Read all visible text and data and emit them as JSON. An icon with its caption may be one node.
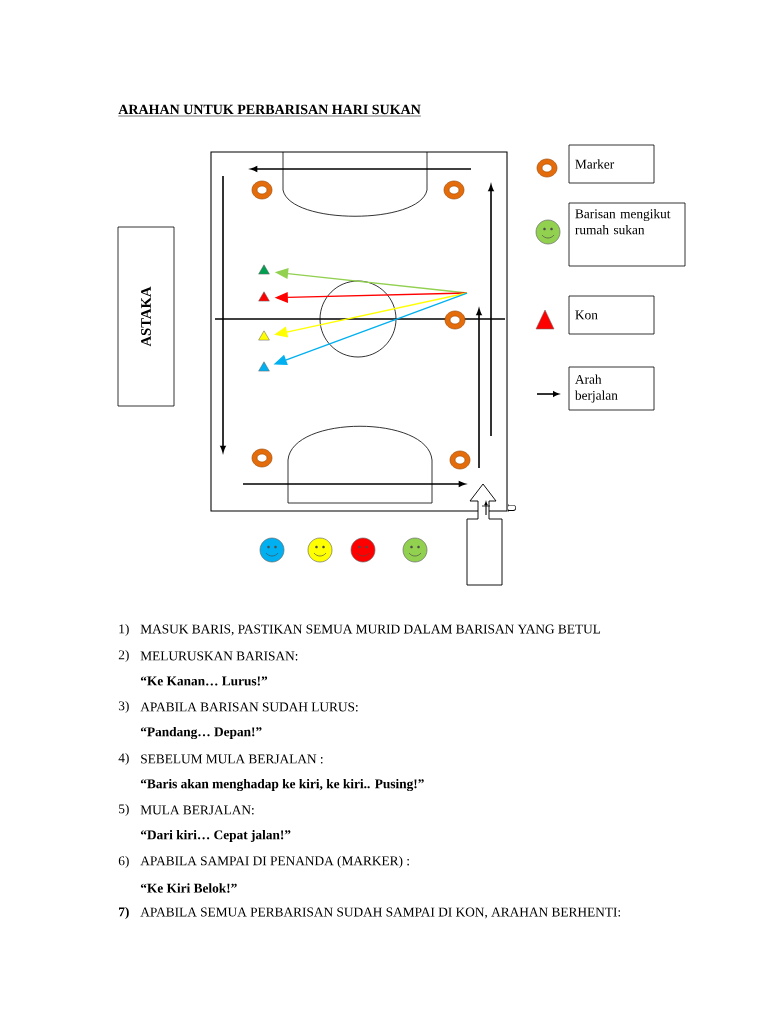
{
  "diagram": {
    "title": "ARAHAN UNTUK PERBARISAN HARI SUKAN",
    "nodes": [
      {
        "text": [
          "ASTAKA"
        ]
      },
      {
        "text": [
          "Marker"
        ]
      },
      {
        "text": [
          "Barisan mengikut rumah sukan"
        ]
      },
      {
        "text": [
          "Kon"
        ]
      },
      {
        "text": [
          "Arah berjalan"
        ]
      },
      {
        "text": [],
        "shape": "triangle"
      },
      {
        "text": [],
        "shape": "triangle"
      },
      {
        "text": [],
        "shape": "triangle"
      },
      {
        "text": [],
        "shape": "triangle"
      }
    ],
    "edges": [
      {
        "from": null,
        "to": 5,
        "arrow": "to",
        "color": "#92d050"
      },
      {
        "from": null,
        "to": 6,
        "arrow": "to",
        "color": "#ff0000"
      },
      {
        "from": null,
        "to": 7,
        "arrow": "to",
        "color": "#ffff00"
      },
      {
        "from": null,
        "to": 8,
        "arrow": "to",
        "color": "#00b0f0"
      }
    ],
    "labels": [
      "U",
      "1)",
      "MASUK BARIS, PASTIKAN SEMUA MURID DALAM BARISAN YANG BETUL",
      "2)",
      "MELURUSKAN BARISAN:",
      "“Ke Kanan… Lurus!”",
      "3)",
      "APABILA BARISAN SUDAH LURUS:",
      "“Pandang… Depan!”",
      "4)",
      "SEBELUM MULA BERJALAN :",
      "“Baris akan menghadap ke kiri, ke kiri.. Pusing!”",
      "5)",
      "MULA BERJALAN:",
      "“Dari kiri… Cepat jalan!”",
      "6)",
      "APABILA SAMPAI DI PENANDA (MARKER) :",
      "“Ke Kiri Belok!”",
      "7)",
      "APABILA SEMUA PERBARISAN SUDAH SAMPAI DI KON, ARAHAN BERHENTI:"
    ]
  }
}
